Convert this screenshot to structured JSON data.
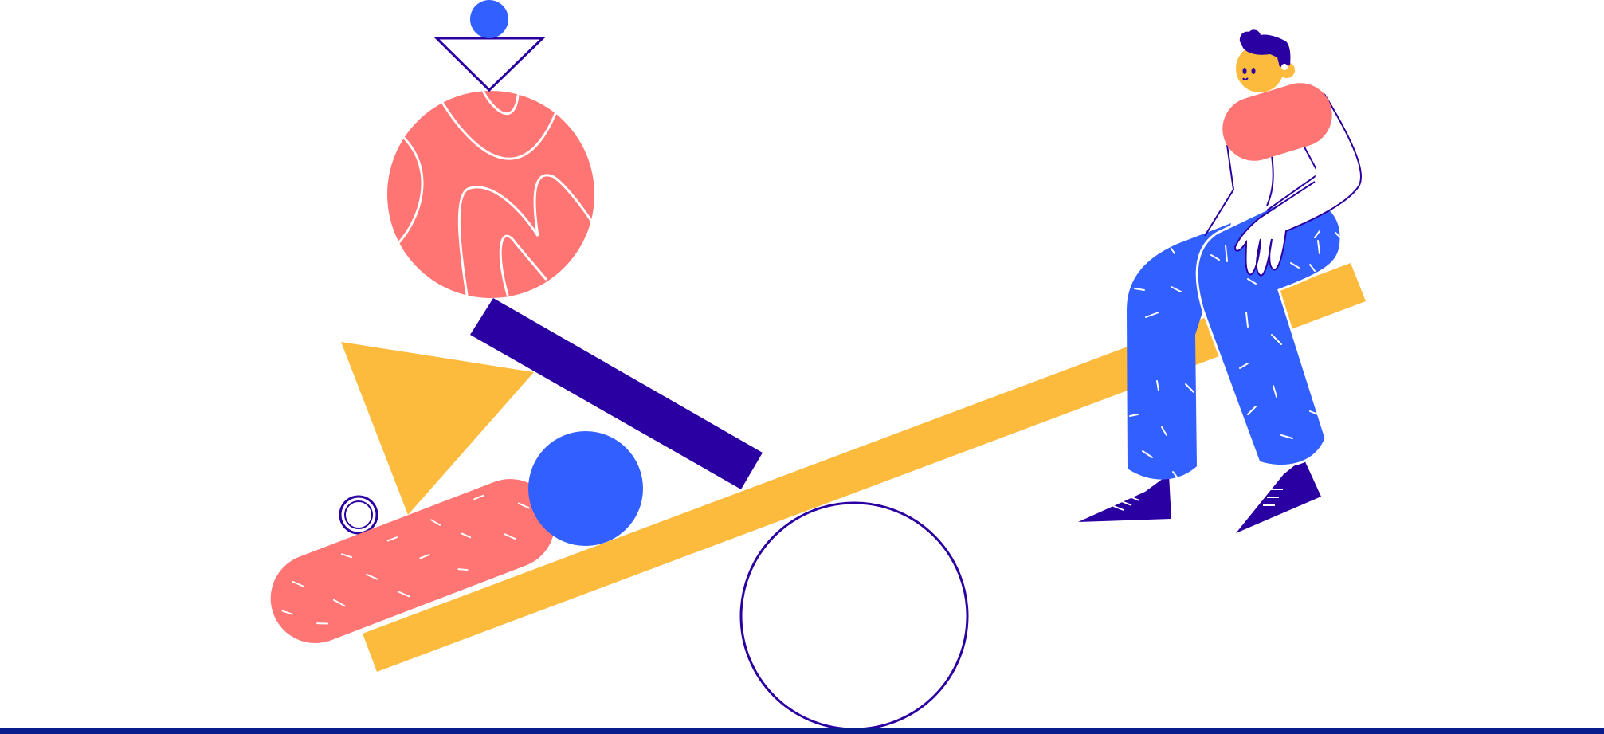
{
  "scene": {
    "subject": "seesaw-balance-illustration",
    "colors": {
      "background": "#ffffff",
      "navy": "#2B00A3",
      "outline": "#2B00A3",
      "blue": "#325FFF",
      "coral": "#FF7574",
      "mustard": "#FDBB3D",
      "skin": "#FDBB3D",
      "ground": "#0A1D8C"
    },
    "icons": [
      "seesaw-plank",
      "fulcrum-circle",
      "coral-ball",
      "triangle-outline",
      "blue-ball-top",
      "navy-bar",
      "mustard-triangle",
      "blue-ball",
      "coral-capsule",
      "small-ring",
      "person",
      "ground-line"
    ]
  }
}
